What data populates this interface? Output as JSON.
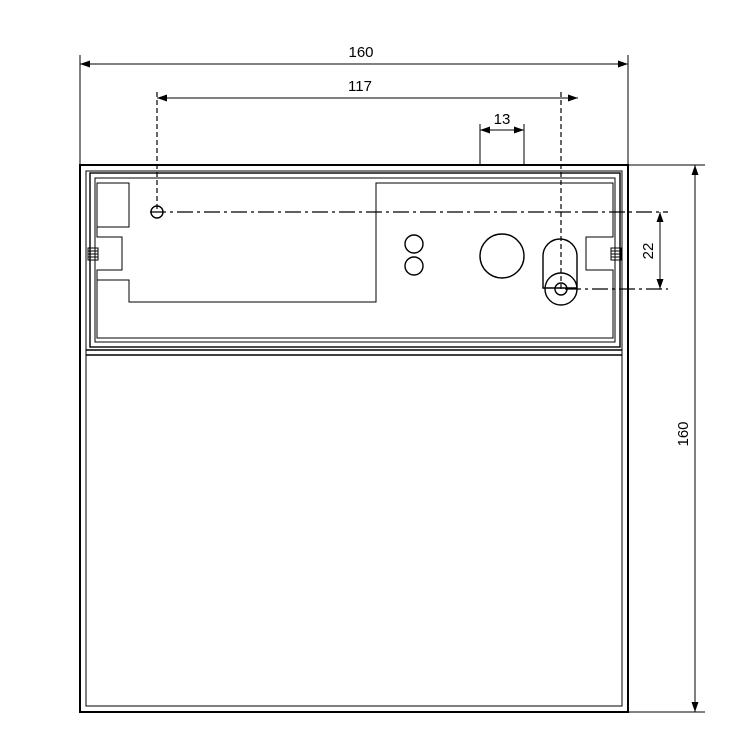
{
  "dimensions": {
    "overall_width": "160",
    "hole_spacing": "117",
    "slot_width": "13",
    "hole_offset": "22",
    "overall_height": "160"
  }
}
